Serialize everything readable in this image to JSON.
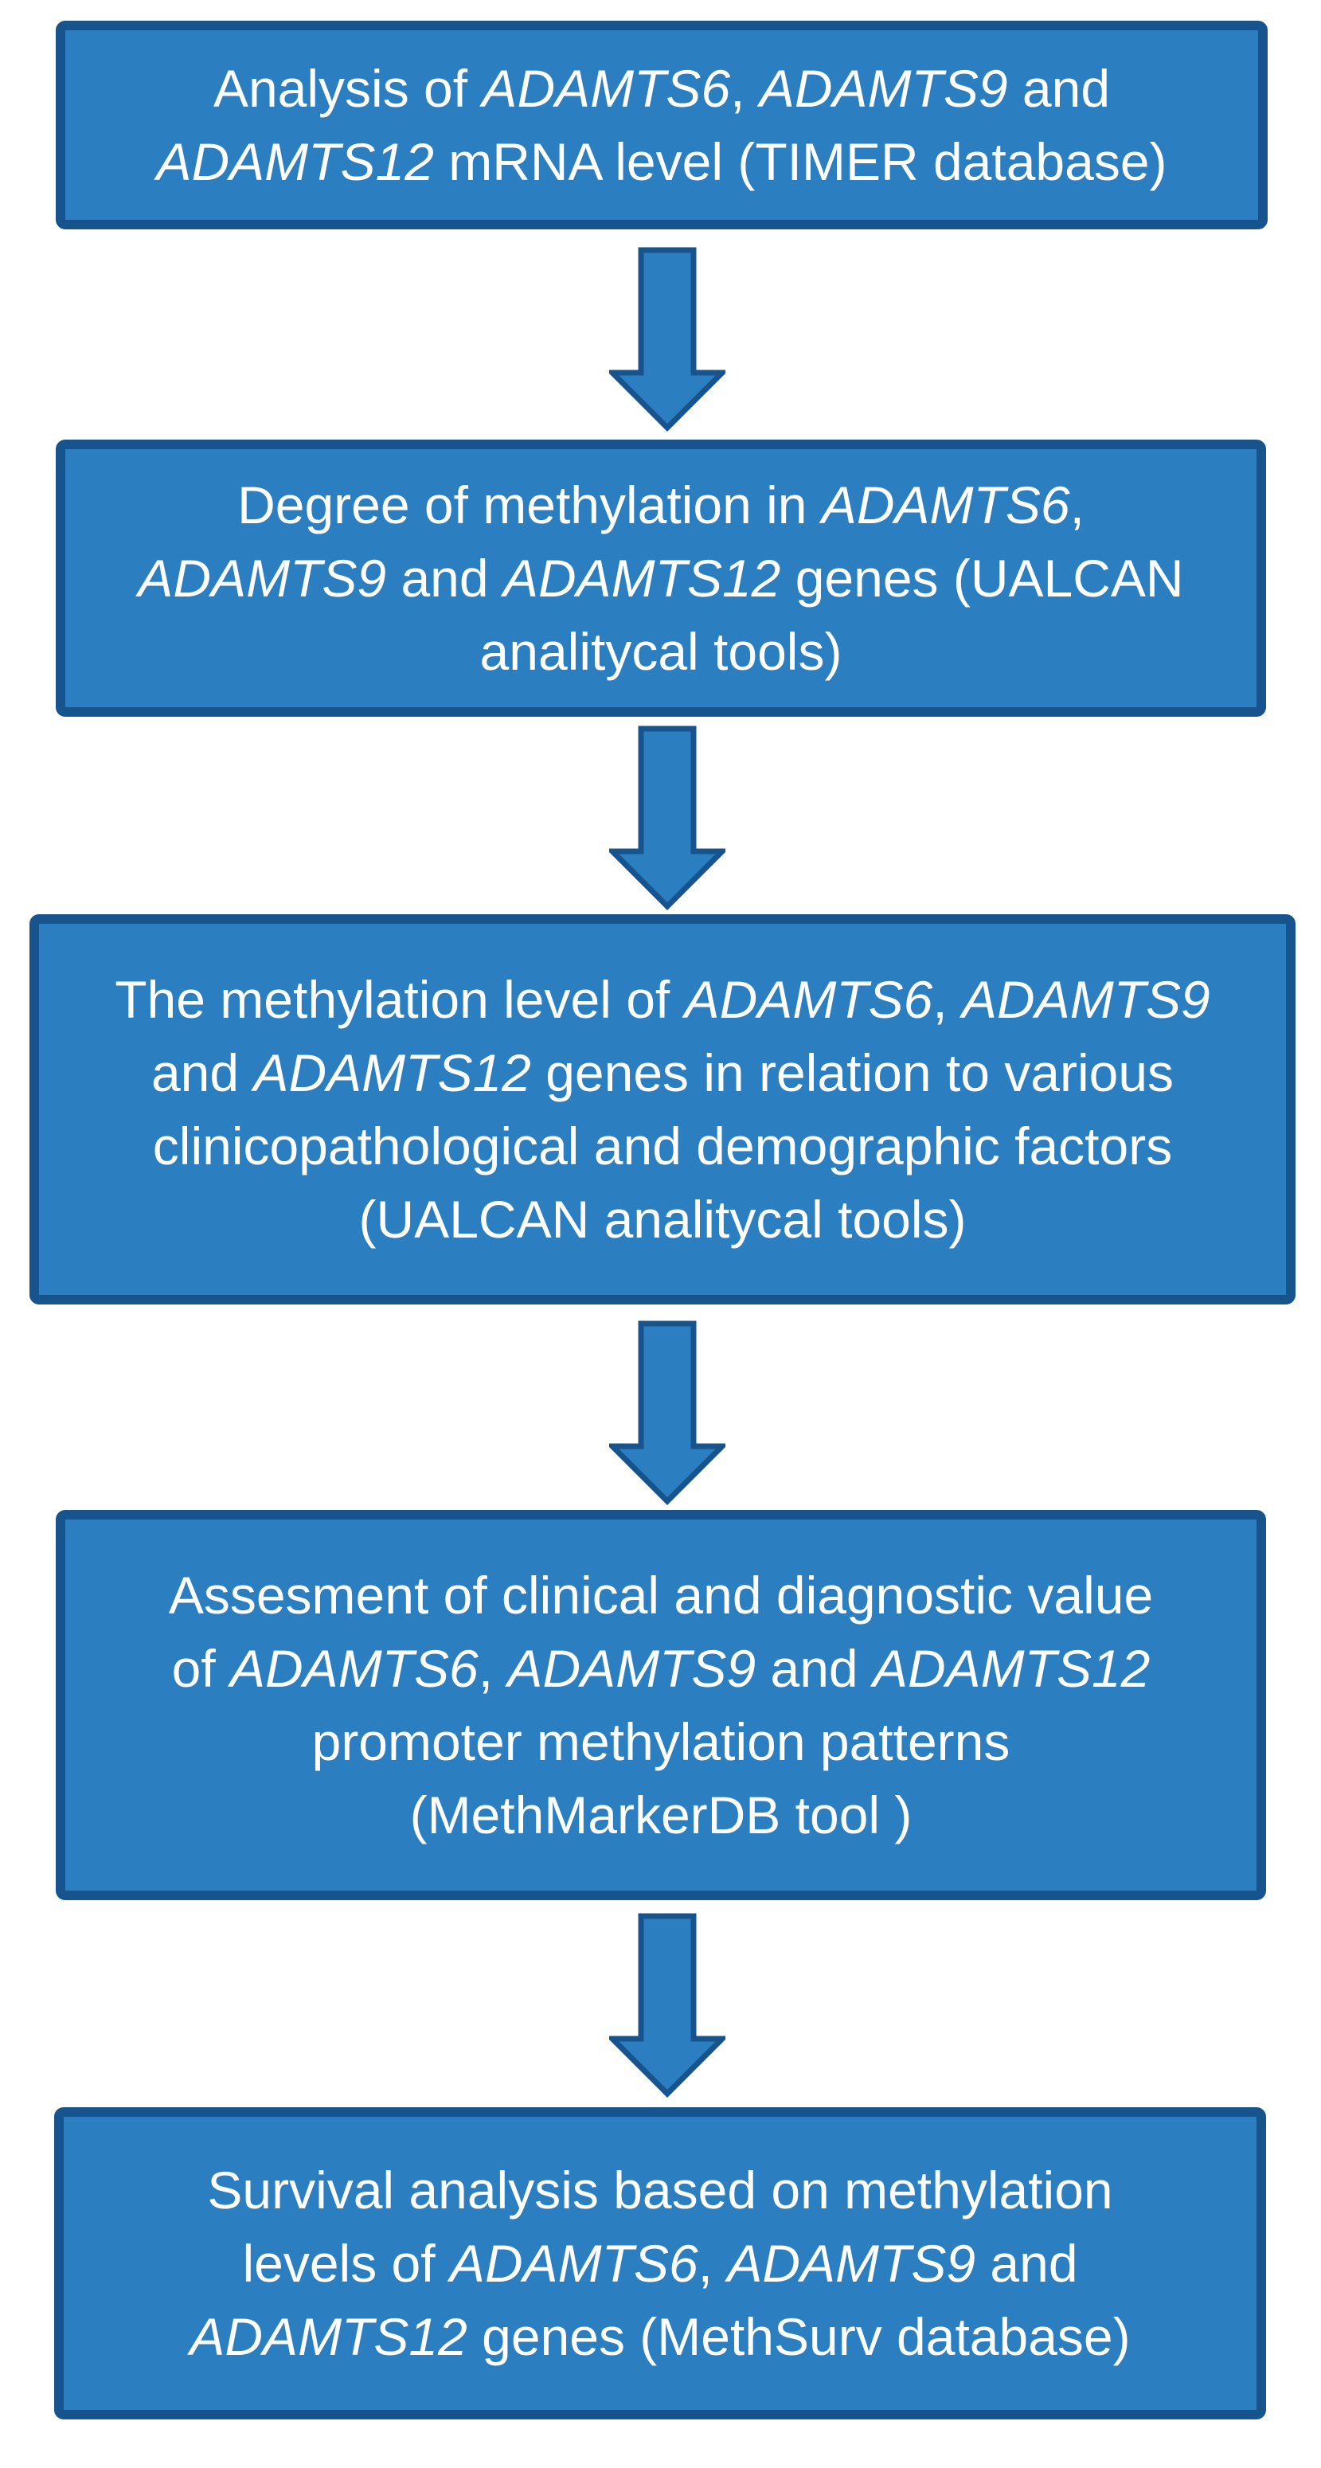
{
  "page": {
    "kind": "flowchart-figure",
    "background": "#ffffff"
  },
  "colors": {
    "box_fill": "#2b7ec0",
    "box_border": "#17548e",
    "arrow_fill": "#2b7ec0",
    "arrow_border": "#17548e",
    "text": "#ffffff"
  },
  "flowchart": {
    "direction": "top-to-bottom",
    "arrow_icon": "down-block-arrow",
    "arrow_count": 4,
    "boxes": [
      {
        "id": "step-1",
        "plain_text": "Analysis of ADAMTS6, ADAMTS9 and ADAMTS12 mRNA level (TIMER database)",
        "lines": [
          [
            {
              "t": "Analysis of ",
              "i": false
            },
            {
              "t": "ADAMTS6",
              "i": true
            },
            {
              "t": ", ",
              "i": false
            },
            {
              "t": "ADAMTS9",
              "i": true
            },
            {
              "t": " and",
              "i": false
            }
          ],
          [
            {
              "t": "ADAMTS12",
              "i": true
            },
            {
              "t": " mRNA level (TIMER database)",
              "i": false
            }
          ]
        ]
      },
      {
        "id": "step-2",
        "plain_text": "Degree of methylation in ADAMTS6, ADAMTS9 and ADAMTS12 genes (UALCAN analitycal tools)",
        "lines": [
          [
            {
              "t": "Degree of methylation in ",
              "i": false
            },
            {
              "t": "ADAMTS6",
              "i": true
            },
            {
              "t": ",",
              "i": false
            }
          ],
          [
            {
              "t": "ADAMTS9",
              "i": true
            },
            {
              "t": " and ",
              "i": false
            },
            {
              "t": "ADAMTS12",
              "i": true
            },
            {
              "t": " genes (UALCAN",
              "i": false
            }
          ],
          [
            {
              "t": "analitycal tools)",
              "i": false
            }
          ]
        ]
      },
      {
        "id": "step-3",
        "plain_text": "The methylation level of ADAMTS6, ADAMTS9 and ADAMTS12 genes in relation to various clinicopathological and demographic factors (UALCAN analitycal tools)",
        "lines": [
          [
            {
              "t": "The methylation level of ",
              "i": false
            },
            {
              "t": "ADAMTS6",
              "i": true
            },
            {
              "t": ", ",
              "i": false
            },
            {
              "t": "ADAMTS9",
              "i": true
            }
          ],
          [
            {
              "t": "and ",
              "i": false
            },
            {
              "t": "ADAMTS12",
              "i": true
            },
            {
              "t": " genes in relation to various",
              "i": false
            }
          ],
          [
            {
              "t": "clinicopathological and demographic factors",
              "i": false
            }
          ],
          [
            {
              "t": "(UALCAN analitycal tools)",
              "i": false
            }
          ]
        ]
      },
      {
        "id": "step-4",
        "plain_text": "Assesment of clinical and diagnostic value of ADAMTS6, ADAMTS9 and ADAMTS12 promoter methylation patterns (MethMarkerDB tool )",
        "lines": [
          [
            {
              "t": "Assesment of clinical and diagnostic value",
              "i": false
            }
          ],
          [
            {
              "t": "of ",
              "i": false
            },
            {
              "t": "ADAMTS6",
              "i": true
            },
            {
              "t": ", ",
              "i": false
            },
            {
              "t": "ADAMTS9",
              "i": true
            },
            {
              "t": " and ",
              "i": false
            },
            {
              "t": "ADAMTS12",
              "i": true
            }
          ],
          [
            {
              "t": "promoter methylation patterns",
              "i": false
            }
          ],
          [
            {
              "t": "(MethMarkerDB tool )",
              "i": false
            }
          ]
        ]
      },
      {
        "id": "step-5",
        "plain_text": "Survival analysis based on methylation levels of ADAMTS6, ADAMTS9 and ADAMTS12 genes (MethSurv database)",
        "lines": [
          [
            {
              "t": "Survival analysis based on methylation",
              "i": false
            }
          ],
          [
            {
              "t": "levels of ",
              "i": false
            },
            {
              "t": "ADAMTS6",
              "i": true
            },
            {
              "t": ", ",
              "i": false
            },
            {
              "t": "ADAMTS9",
              "i": true
            },
            {
              "t": " and",
              "i": false
            }
          ],
          [
            {
              "t": "ADAMTS12",
              "i": true
            },
            {
              "t": " genes (MethSurv database)",
              "i": false
            }
          ]
        ]
      }
    ]
  }
}
